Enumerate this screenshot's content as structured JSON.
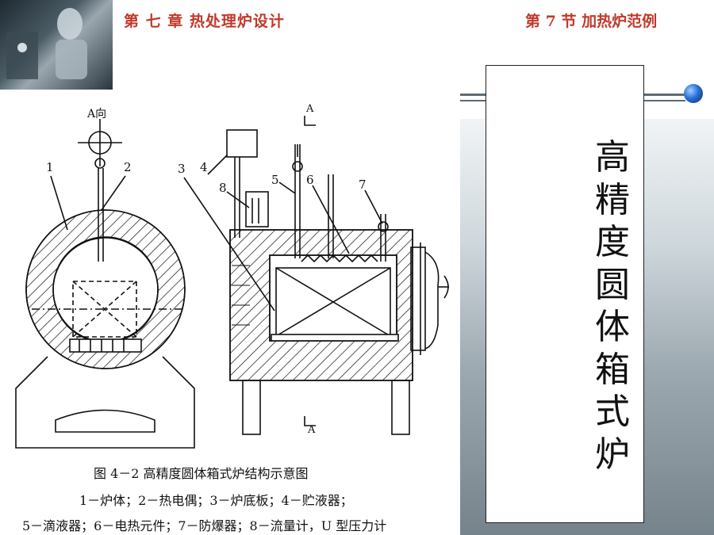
{
  "header": {
    "chapter": "第 七 章  热处理炉设计",
    "section": "第 7 节   加热炉范例"
  },
  "title_vertical": "高精度圆体箱式炉",
  "diagram": {
    "view_label_front": "A向",
    "section_marker": "A",
    "labels": [
      "1",
      "2",
      "3",
      "4",
      "5",
      "6",
      "7",
      "8"
    ]
  },
  "caption": {
    "line1": "图 4－2   高精度圆体箱式炉结构示意图",
    "line2": "1－炉体；2－热电偶；3－炉底板；4－贮液器；",
    "line3": "5－滴液器；6－电热元件；7－防爆器；8－流量计，U 型压力计"
  },
  "colors": {
    "header_text": "#c0392b",
    "line": "#111111"
  },
  "icons": [
    "robot-image",
    "globe-icon"
  ]
}
